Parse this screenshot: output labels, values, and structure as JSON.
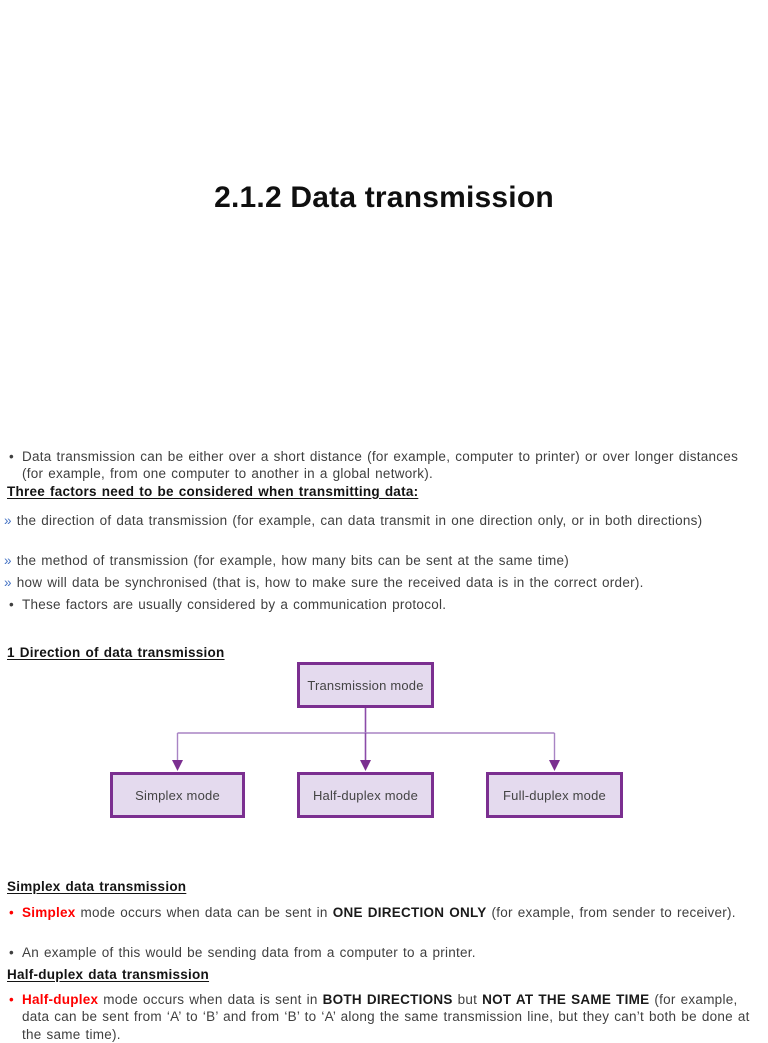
{
  "title": "2.1.2 Data transmission",
  "glyphs": {
    "bullet": "•",
    "chevrons": "»"
  },
  "colors": {
    "heading_text": "#141414",
    "body_text": "#3f3f3f",
    "chevron_blue": "#4472c4",
    "keyword_red": "#ff0000",
    "diagram_border": "#7b2f90",
    "diagram_fill": "#e4daee",
    "connector_purple": "#9b6fb8"
  },
  "intro": {
    "bullet1": "Data transmission can be either over a short distance (for example, computer to printer) or over longer distances (for example, from one computer to another in a global network).",
    "heading": "Three factors need to be considered when transmitting data:",
    "factors": [
      "the direction of data transmission (for example, can data transmit in one direction only, or in both directions)",
      "the method of transmission (for example, how many bits can be sent at the same time)",
      "how will data be synchronised (that is, how to make sure the received data is in the correct order)."
    ],
    "bullet2": "These factors are usually considered by a communication protocol."
  },
  "direction": {
    "heading": "1 Direction of data transmission"
  },
  "diagram": {
    "root": "Transmission mode",
    "children": [
      "Simplex mode",
      "Half-duplex mode",
      "Full-duplex mode"
    ]
  },
  "simplex": {
    "heading": "Simplex data transmission",
    "bullet1": {
      "keyword": "Simplex",
      "text1": " mode occurs when data can be sent in ",
      "strong1": "ONE DIRECTION ONLY",
      "text2": " (for example, from sender to receiver)."
    },
    "bullet2": "An example of this would be sending data from a computer to a printer."
  },
  "half_duplex": {
    "heading": "Half-duplex data transmission",
    "bullet1": {
      "keyword": "Half-duplex",
      "text1": " mode occurs when data is sent in ",
      "strong1": "BOTH DIRECTIONS",
      "text2": " but ",
      "strong2": "NOT AT THE SAME TIME",
      "text3": " (for example, data can be sent from ‘A’ to ‘B’ and from ‘B’ to ‘A’ along the same transmission line, but they can’t both be done at the same time)."
    }
  }
}
